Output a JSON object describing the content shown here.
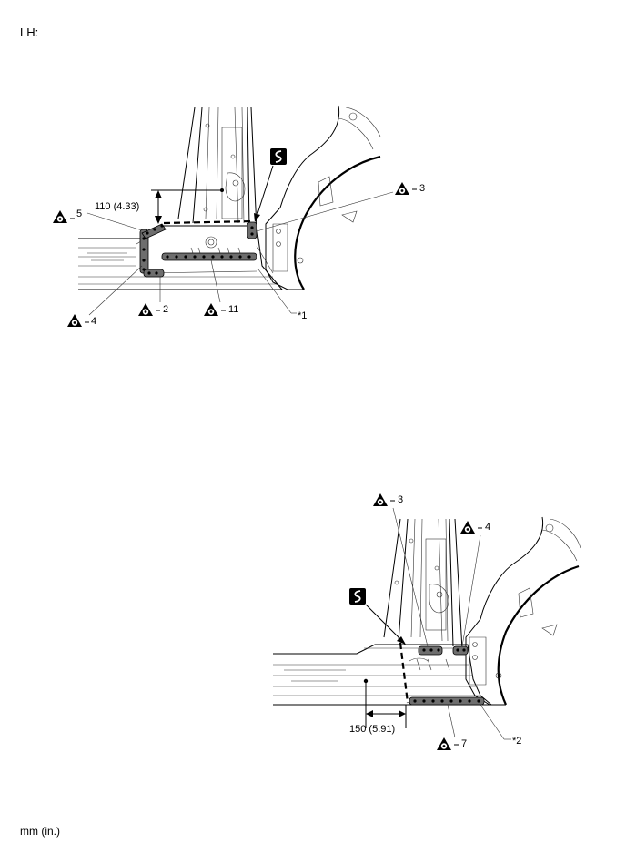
{
  "header": {
    "side_label": "LH:"
  },
  "footer": {
    "unit_label": "mm (in.)"
  },
  "figure_top": {
    "dimension": "110 (4.33)",
    "callouts": {
      "c5": "5",
      "c3": "3",
      "c4": "4",
      "c2": "2",
      "c11": "11",
      "note": "*1"
    }
  },
  "figure_bottom": {
    "dimension": "150 (5.91)",
    "callouts": {
      "c3": "3",
      "c4": "4",
      "c7": "7",
      "note": "*2"
    }
  },
  "icons": [
    "spot-weld-icon",
    "cut-line-icon"
  ]
}
